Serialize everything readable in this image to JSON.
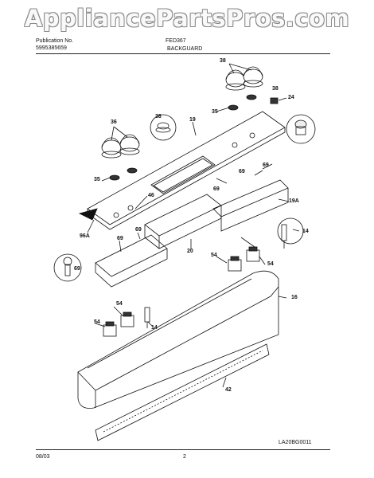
{
  "header": {
    "label_line1": "Publication No.",
    "label_line2": "5995385659",
    "model": "FED367",
    "section_title": "BACKGUARD"
  },
  "watermark": "AppliancePartsPros.com",
  "callouts": [
    "38",
    "38",
    "35",
    "24",
    "35",
    "19",
    "36",
    "35",
    "38",
    "46",
    "69",
    "69",
    "69",
    "19A",
    "96A",
    "69",
    "69",
    "20",
    "14",
    "54",
    "69",
    "54",
    "16",
    "54",
    "14",
    "54",
    "42"
  ],
  "footer": {
    "diagram_code": "LA20BG0011",
    "date": "08/03",
    "page": "2"
  }
}
